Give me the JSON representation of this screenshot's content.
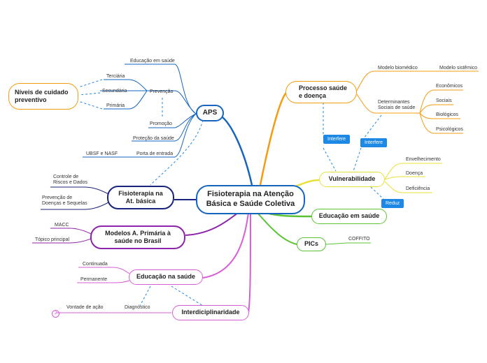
{
  "central": "Fisioterapia na Atenção Básica e Saúde Coletiva",
  "aps": {
    "title": "APS",
    "educacao_em_saude": "Educação em saúde",
    "prevencao": "Prevenção",
    "promocao": "Promoção",
    "protecao": "Proteção da saúde",
    "porta_de_entrada": "Porta de entrada",
    "ubsf_nasf": "UBSF e NASF",
    "terciaria": "Terciária",
    "secundaria": "Secundária",
    "primaria": "Primária"
  },
  "niveis": "Níveis de cuidado preventivo",
  "fisio": {
    "title": "Fisioterapia na At. básica",
    "controle": "Controle de Riscos e Dados",
    "prevencao_doencas": "Prevenção de Doenças e Sequelas"
  },
  "modelos": {
    "title": "Modelos A. Primária à saúde no Brasil",
    "macc": "MACC",
    "topico": "Tópico principal"
  },
  "educacao": {
    "title": "Educação na saúde",
    "continuada": "Continuada",
    "permanente": "Permanente",
    "diagnostico": "Diagnóstico",
    "vontade": "Vontade de ação",
    "badge": "2"
  },
  "interdisciplinaridade": "Interdiciplinaridade",
  "processo": {
    "title": "Processo saúde e doença",
    "modelo_biomedico": "Modelo biomédico",
    "modelo_sistemico": "Modelo sistêmico",
    "determinantes": "Determinantes Sociais de saúde",
    "economicos": "Econômicos",
    "sociais": "Sociais",
    "biologicos": "Biológicos",
    "psicologicos": "Psicológicos"
  },
  "vulnerabilidade": {
    "title": "Vulnerabilidade",
    "envelhecimento": "Envelhecimento",
    "doenca": "Doença",
    "deficiencia": "Deficiência"
  },
  "educacao_em_saude": "Educação em saúde",
  "pics": {
    "title": "PICs",
    "coffito": "COFFITO"
  },
  "tags": {
    "interfere1": "Interfere",
    "interfere2": "Interfere",
    "reduz": "Reduz"
  },
  "colors": {
    "blue": "#1565c0",
    "orange": "#f39c12",
    "yellow": "#e8e03a",
    "green": "#5bc236",
    "purple": "#8e24aa",
    "pink": "#d65fd6",
    "navy": "#1a237e",
    "tag": "#1e88e5"
  }
}
